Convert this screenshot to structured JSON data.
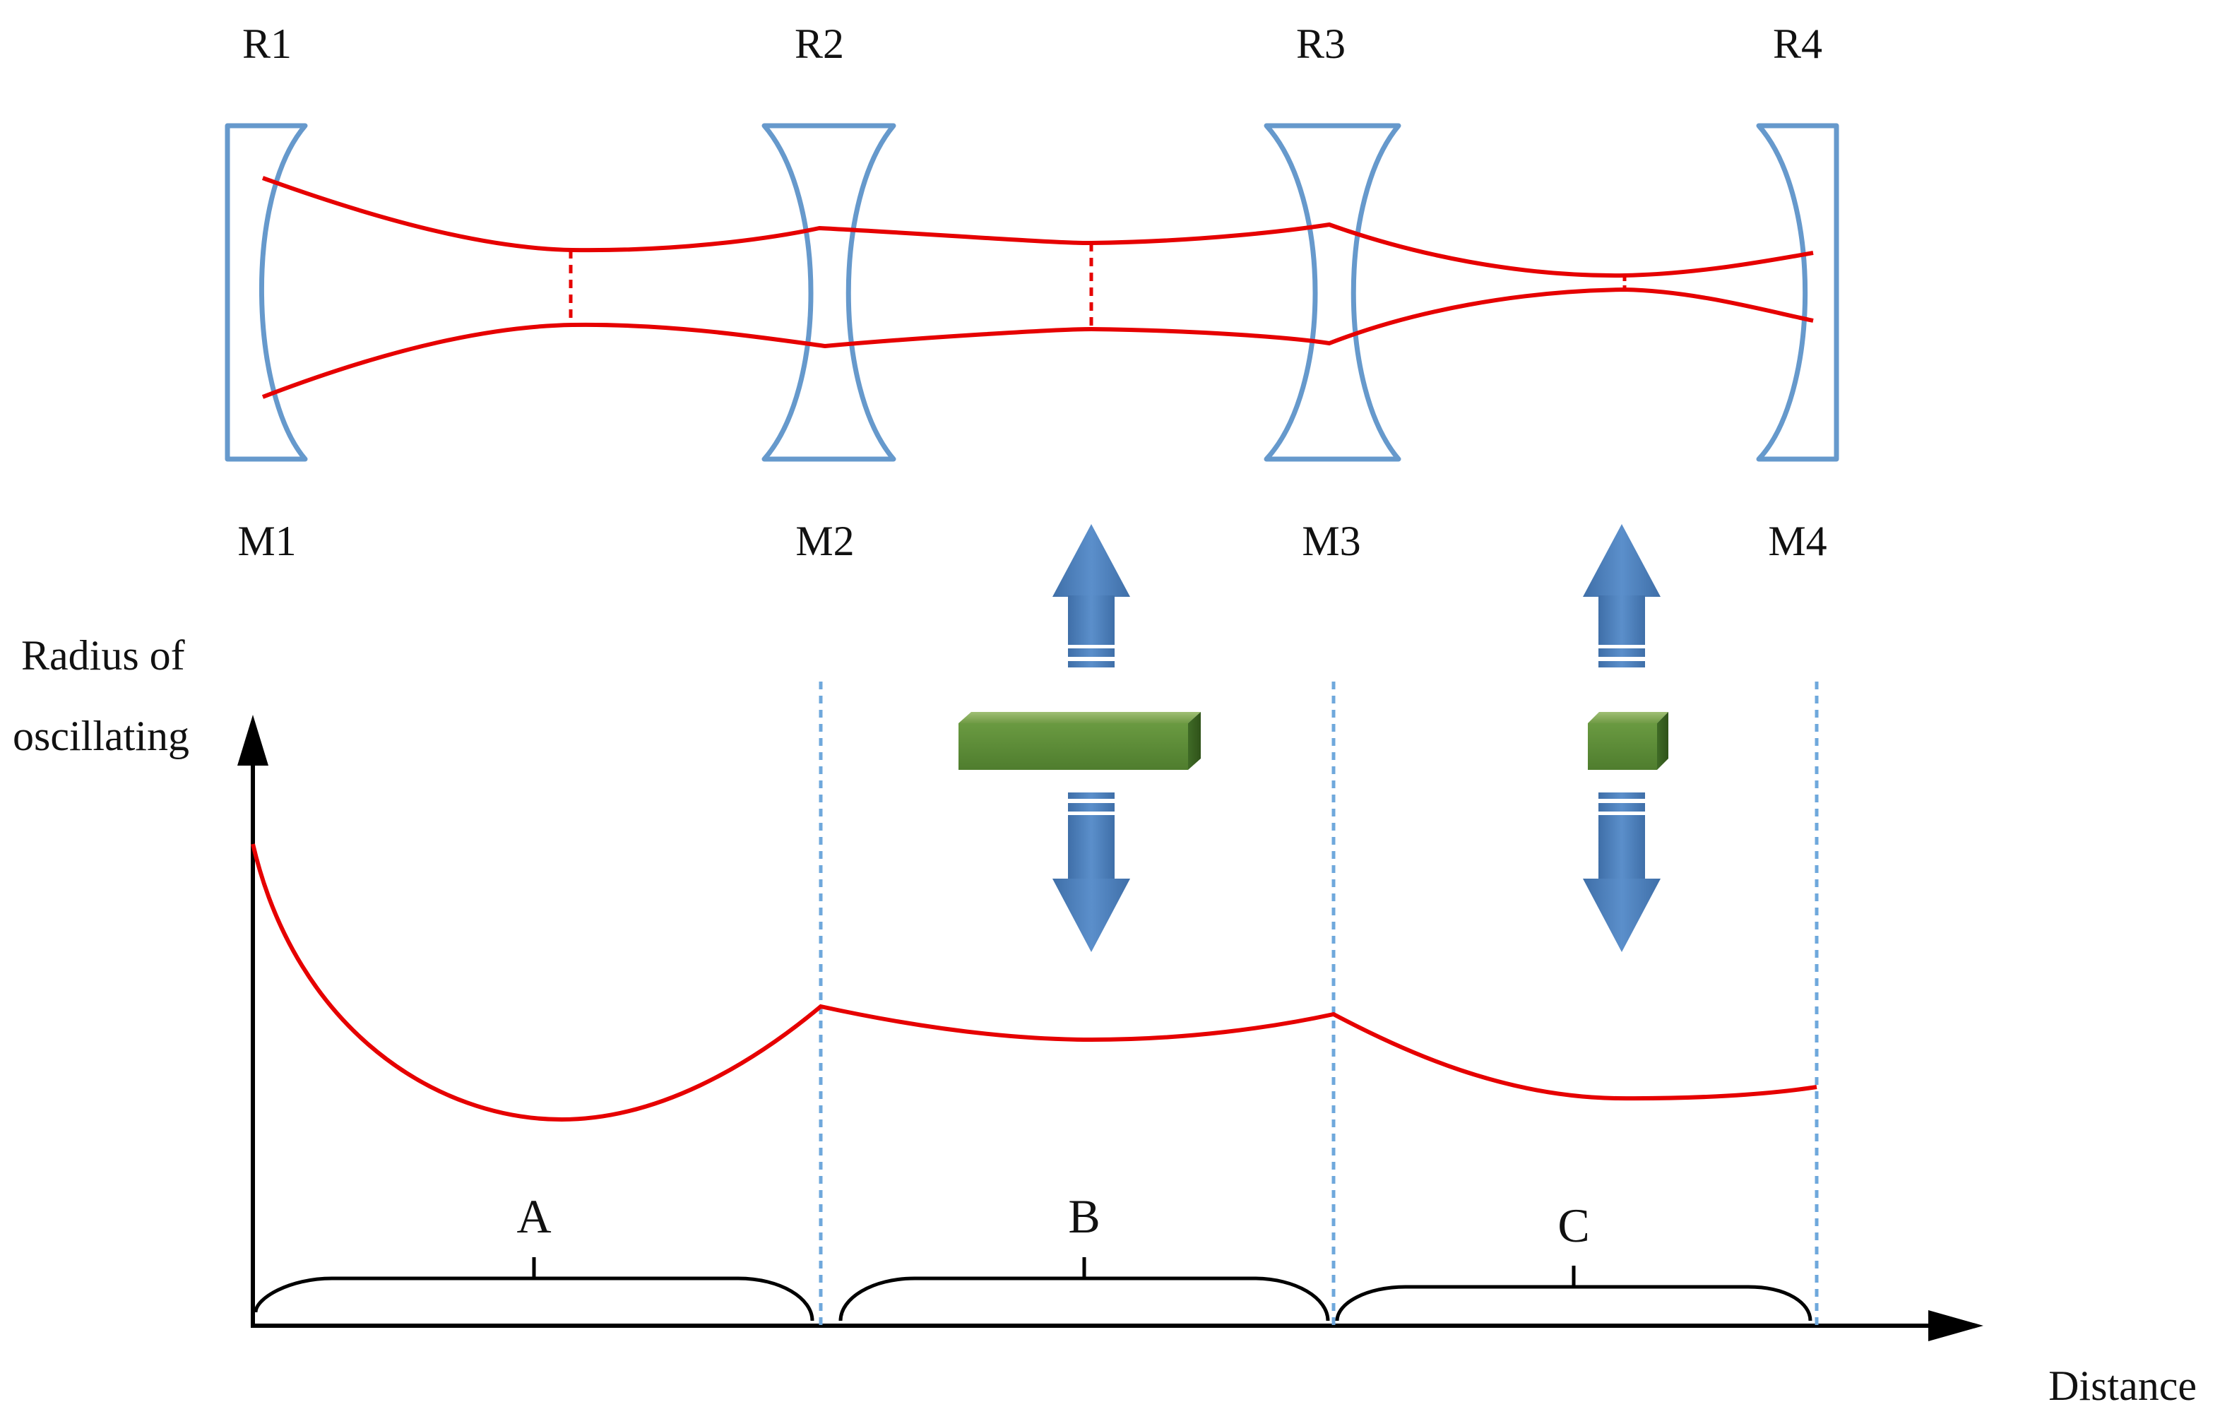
{
  "mirrors": [
    {
      "radius_label": "R1",
      "mirror_label": "M1"
    },
    {
      "radius_label": "R2",
      "mirror_label": "M2"
    },
    {
      "radius_label": "R3",
      "mirror_label": "M3"
    },
    {
      "radius_label": "R4",
      "mirror_label": "M4"
    }
  ],
  "axes": {
    "y_label_line1": "Radius of",
    "y_label_line2": "oscillating",
    "x_label": "Distance"
  },
  "regions": [
    "A",
    "B",
    "C"
  ],
  "colors": {
    "mirror": "#6699cc",
    "beam": "#e60000",
    "crystal": "#548235",
    "arrow": "#4e81bd",
    "axis": "#000000",
    "divider": "#6fa8dc"
  },
  "icons": {
    "mirror_shape": "concave-lens-outline",
    "crystal": "green-box",
    "motion": "double-vertical-arrow"
  }
}
